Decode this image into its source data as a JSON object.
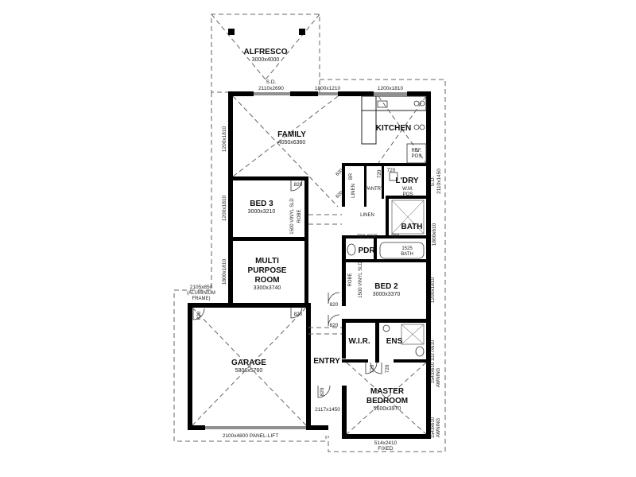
{
  "rooms": {
    "alfresco": {
      "name": "ALFRESCO",
      "size": "3000x4000"
    },
    "family": {
      "name": "FAMILY",
      "size": "4050x6360"
    },
    "kitchen": {
      "name": "KITCHEN"
    },
    "laundry": {
      "name": "L'DRY"
    },
    "bed3": {
      "name": "BED 3",
      "size": "3000x3210"
    },
    "bath": {
      "name": "BATH"
    },
    "pdr": {
      "name": "PDR"
    },
    "multi_line1": {
      "name": "MULTI"
    },
    "multi_line2": {
      "name": "PURPOSE"
    },
    "multi_line3": {
      "name": "ROOM"
    },
    "multi_size": {
      "size": "3300x3740"
    },
    "bed2": {
      "name": "BED 2",
      "size": "3000x3370"
    },
    "garage": {
      "name": "GARAGE",
      "size": "5806x5760"
    },
    "entry": {
      "name": "ENTRY"
    },
    "wir": {
      "name": "W.I.R."
    },
    "ens": {
      "name": "ENS"
    },
    "master_line1": {
      "name": "MASTER"
    },
    "master_line2": {
      "name": "BEDROOM"
    },
    "master_size": {
      "size": "5600x3970"
    }
  },
  "labels": {
    "sd_top1": "S.D.",
    "sd_top2": "2110x2690",
    "win_1800x1210": "1800x1210",
    "win_1200x1810_top": "1200x1810",
    "ref_pos1": "REF.",
    "ref_pos2": "POS",
    "linen_v": "LINEN",
    "br": "BR",
    "pantry": "PANTRY",
    "w_m1": "W.M.",
    "w_m2": "POS",
    "linen_h": "LINEN",
    "csd_720": "720 CSD",
    "d720_bath": "720",
    "d720_pantry": "720",
    "d720_ldry": "720",
    "d720_wir": "720",
    "d720_ens": "720",
    "d820_bed3": "820",
    "d820_mpr": "820",
    "d820_bed2": "820",
    "d820_master": "820",
    "d820_garage": "820",
    "d820_entry": "820",
    "d820_lin1": "620",
    "d820_lin2": "620",
    "vinyl_bed3": "1500 VINYL SLD",
    "robe_bed3": "ROBE",
    "vinyl_bed2": "1500 VINYL SLD",
    "robe_bed2": "ROBE",
    "bath_1525": "1525",
    "bath_word": "BATH",
    "left_win1": "1200x1810",
    "left_win2": "1200x1810",
    "left_win3": "1800x1810",
    "right_sd1": "S.D.",
    "right_sd2": "2110x1450",
    "right_win_bath": "1800x610",
    "right_win_bed2": "1200x1810",
    "right_awning1": "1543x610 1027x610",
    "right_awning1b": "AWNING",
    "right_awning2": "1543x610",
    "right_awning2b": "AWNING",
    "garage_win1": "2105x850",
    "garage_win2": "(ALUMINIUM",
    "garage_win3": "FRAME)",
    "garage_door": "2100x4800 PANEL-LIFT",
    "entry_door": "2117x1450",
    "master_fixed1": "514x2410",
    "master_fixed2": "FIXED"
  }
}
